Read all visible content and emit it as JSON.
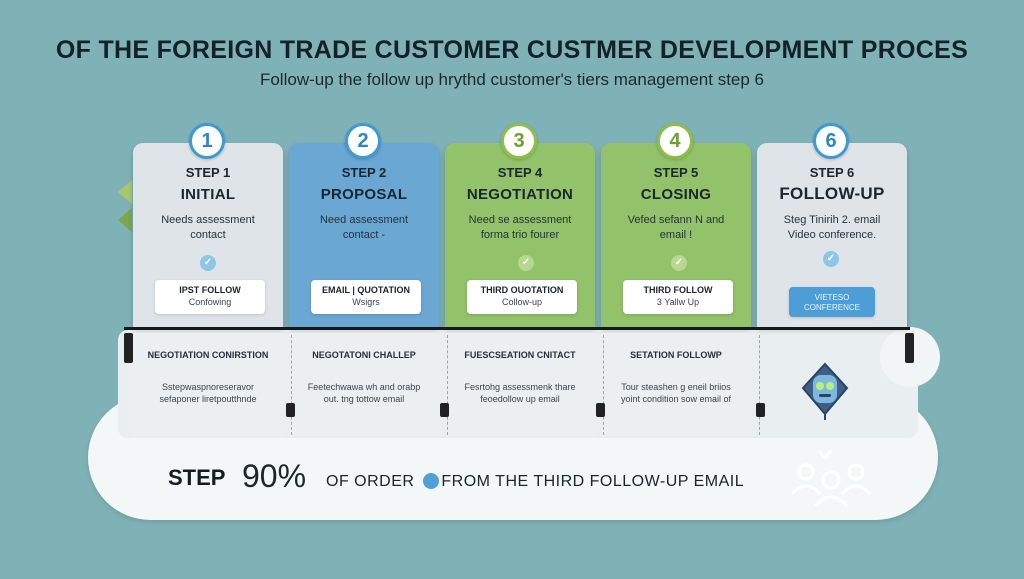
{
  "title": "OF THE FOREIGN TRADE CUSTOMER CUSTMER DEVELOPMENT PROCES",
  "subtitle": "Follow-up the follow up hrythd customer's tiers management step 6",
  "colors": {
    "background": "#7fb2b6",
    "card_grey": "#dfe4e8",
    "card_blue": "#6aa7d2",
    "card_green": "#92c26a",
    "badge_blue": "#3d9ad3",
    "badge_green": "#8fbf4a"
  },
  "steps": [
    {
      "badge": "1",
      "label": "STEP 1",
      "name": "INITIAL",
      "desc": "Needs assessment contact",
      "check": "✓",
      "pill_line1": "IPST FOLLOW",
      "pill_line2": "Confowing",
      "bottom_title": "NEGOTIATION CONIRSTION",
      "bottom_desc": "Sstepwaspnoreseravor sefaponer liretpoutthnde"
    },
    {
      "badge": "2",
      "label": "STEP 2",
      "name": "PROPOSAL",
      "desc": "Need assessment contact -",
      "check": "",
      "pill_line1": "EMAIL | QUOTATION",
      "pill_line2": "Wsigrs",
      "bottom_title": "NEGOTATONI CHALLEP",
      "bottom_desc": "Feetechwawa wh and orabp out. tng tottow email"
    },
    {
      "badge": "3",
      "label": "STEP 4",
      "name": "NEGOTIATION",
      "desc": "Need se assessment forma trio fourer",
      "check": "✓",
      "pill_line1": "THIRD OUOTATION",
      "pill_line2": "Collow-up",
      "bottom_title": "FUESCSEATION CNITACT",
      "bottom_desc": "Fesrtohg assessmenk thare feoedollow up email"
    },
    {
      "badge": "4",
      "label": "STEP 5",
      "name": "CLOSING",
      "desc": "Vefed sefann N and email !",
      "check": "✓",
      "pill_line1": "THIRD FOLLOW",
      "pill_line2": "3 Yallw Up",
      "bottom_title": "SETATION FOLLOWP",
      "bottom_desc": "Tour steashen g eneil briios yoint condition sow email of"
    },
    {
      "badge": "6",
      "label": "STEP 6",
      "name": "FOLLOW-UP",
      "desc": "Steg Tinirih 2. email Video conference.",
      "check": "✓",
      "pill_line1": "VIETESO",
      "pill_line2": "CONFERENCE",
      "bottom_title": "",
      "bottom_desc": ""
    }
  ],
  "footer": {
    "step_word": "STEP",
    "percent": "90%",
    "text_a": "OF ORDER",
    "text_b": "FROM THE THIRD FOLLOW-UP  EMAIL"
  },
  "icons": {
    "robot": "robot-icon",
    "people": "people-group-icon",
    "chevron": "chevron-down-icon",
    "check": "check-icon"
  }
}
